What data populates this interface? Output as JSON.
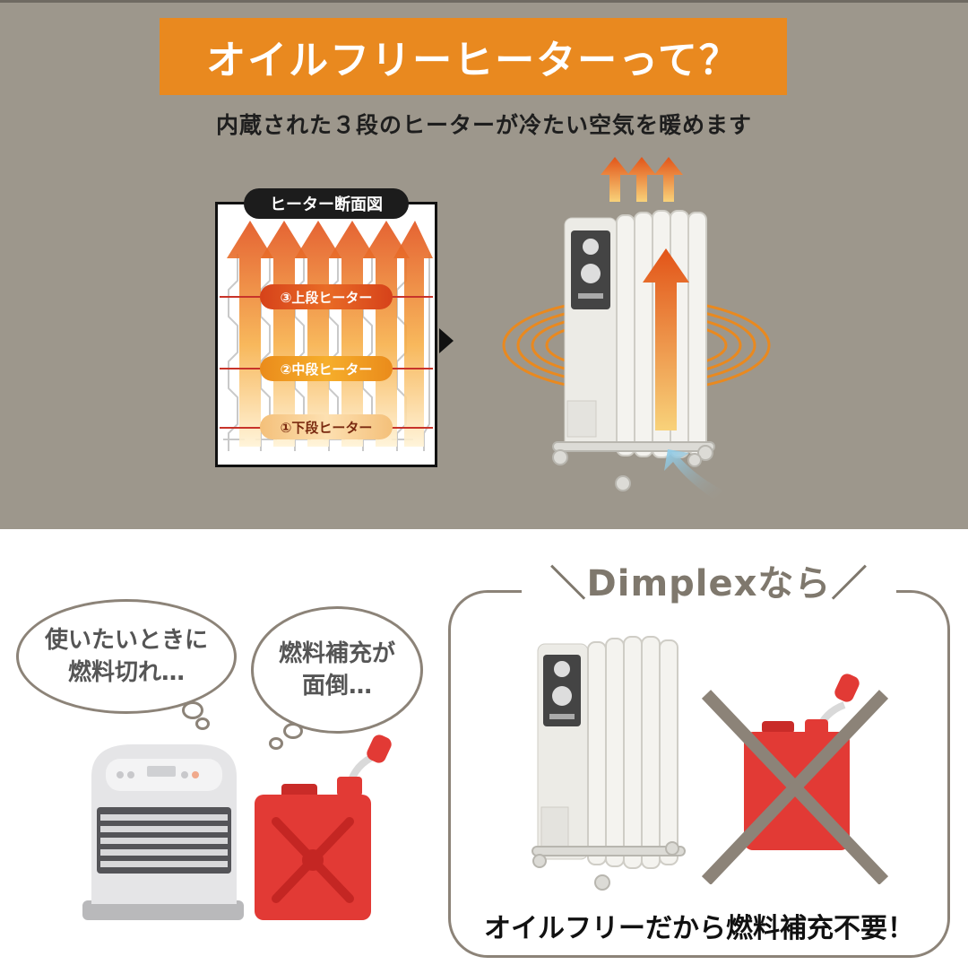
{
  "header": {
    "title": "オイルフリーヒーターって？",
    "subtitle": "内蔵された３段のヒーターが冷たい空気を暖めます"
  },
  "cross_section": {
    "label": "ヒーター断面図",
    "heaters": [
      "③上段ヒーター",
      "②中段ヒーター",
      "①下段ヒーター"
    ]
  },
  "bubbles": [
    "使いたいときに燃料切れ…",
    "燃料補充が面倒…"
  ],
  "bubble_lines": {
    "b1_line1": "使いたいときに",
    "b1_line2": "燃料切れ…",
    "b2_line1": "燃料補充が",
    "b2_line2": "面倒…"
  },
  "dimplex": {
    "title": "＼Dimplexなら／",
    "footer": "オイルフリーだから燃料補充不要！"
  },
  "colors": {
    "top_bg": "#9d978c",
    "banner": "#e9891f",
    "tank_red": "#e23a35",
    "cross_gray": "#8c8378"
  }
}
